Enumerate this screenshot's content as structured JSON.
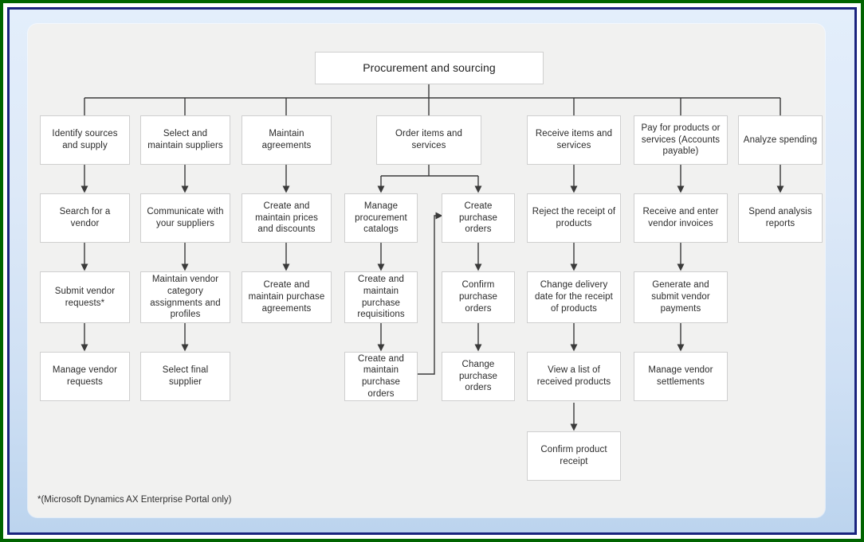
{
  "diagram": {
    "title": "Procurement and sourcing",
    "footnote": "*(Microsoft Dynamics AX Enterprise Portal only)",
    "colors": {
      "outer_border": "#006400",
      "inner_border": "#1a237e",
      "page_background": "#cfe0f4",
      "panel_background": "#f1f1f0",
      "node_fill": "#ffffff",
      "node_border": "#cfcfcf",
      "connector": "#3a3a3a"
    },
    "root": {
      "label": "Procurement and sourcing"
    },
    "columns": [
      {
        "name": "identify-sources-and-supply",
        "nodes": [
          {
            "label": "Identify sources and supply"
          },
          {
            "label": "Search for a vendor"
          },
          {
            "label": "Submit vendor requests*"
          },
          {
            "label": "Manage vendor requests"
          }
        ]
      },
      {
        "name": "select-and-maintain-suppliers",
        "nodes": [
          {
            "label": "Select and maintain suppliers"
          },
          {
            "label": "Communicate with your suppliers"
          },
          {
            "label": "Maintain vendor category assignments and profiles"
          },
          {
            "label": "Select final supplier"
          }
        ]
      },
      {
        "name": "maintain-agreements",
        "nodes": [
          {
            "label": "Maintain agreements"
          },
          {
            "label": "Create and maintain prices and discounts"
          },
          {
            "label": "Create and maintain purchase agreements"
          }
        ]
      },
      {
        "name": "order-items-and-services",
        "nodes": [
          {
            "label": "Order items and services"
          },
          {
            "label": "Manage procurement catalogs"
          },
          {
            "label": "Create and maintain purchase requisitions"
          },
          {
            "label": "Create and maintain purchase orders"
          }
        ]
      },
      {
        "name": "purchase-orders",
        "nodes": [
          {
            "label": "Create purchase orders"
          },
          {
            "label": "Confirm purchase orders"
          },
          {
            "label": "Change purchase orders"
          }
        ]
      },
      {
        "name": "receive-items-and-services",
        "nodes": [
          {
            "label": "Receive items and services"
          },
          {
            "label": "Reject the receipt of products"
          },
          {
            "label": "Change delivery date for the receipt of products"
          },
          {
            "label": "View a list of received products"
          },
          {
            "label": "Confirm product receipt"
          }
        ]
      },
      {
        "name": "pay-for-products-or-services",
        "nodes": [
          {
            "label": "Pay for products or services (Accounts payable)"
          },
          {
            "label": "Receive and enter vendor invoices"
          },
          {
            "label": "Generate and submit vendor payments"
          },
          {
            "label": "Manage vendor settlements"
          }
        ]
      },
      {
        "name": "analyze-spending",
        "nodes": [
          {
            "label": "Analyze spending"
          },
          {
            "label": "Spend analysis reports"
          }
        ]
      }
    ]
  }
}
